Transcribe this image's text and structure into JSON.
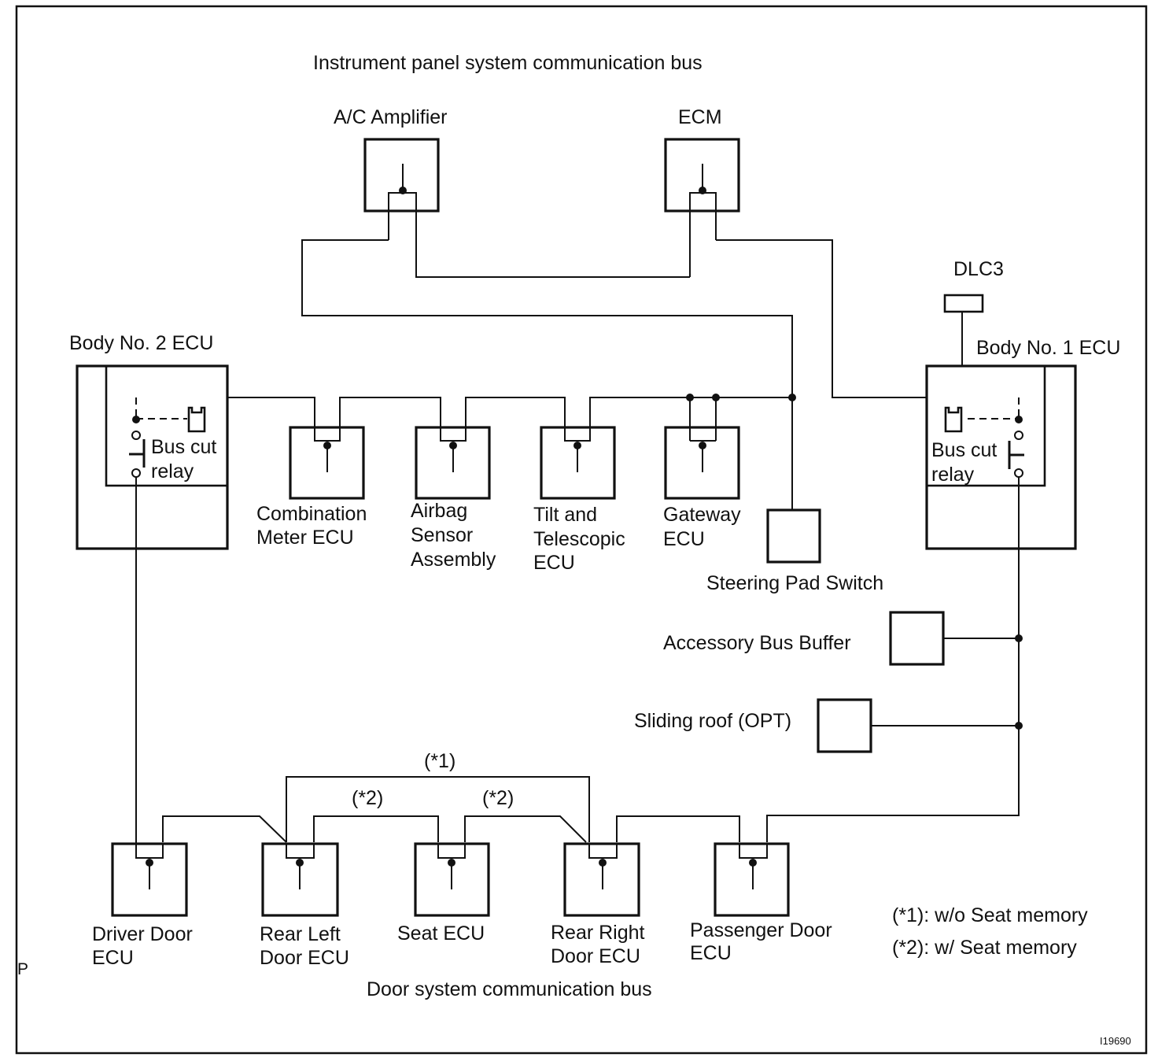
{
  "diagram": {
    "title_top": "Instrument panel system communication bus",
    "title_bottom": "Door system communication bus",
    "figure_id": "I19690",
    "corner_mark": "P",
    "nodes": {
      "ac_amplifier": "A/C Amplifier",
      "ecm": "ECM",
      "dlc3": "DLC3",
      "body2": "Body No. 2 ECU",
      "body1": "Body No. 1 ECU",
      "relay_line1": "Bus cut",
      "relay_line2": "relay",
      "combination_meter": [
        "Combination",
        "Meter ECU"
      ],
      "airbag": [
        "Airbag",
        "Sensor",
        "Assembly"
      ],
      "tilt": [
        "Tilt and",
        "Telescopic",
        "ECU"
      ],
      "gateway": [
        "Gateway",
        "ECU"
      ],
      "steering_pad": "Steering Pad Switch",
      "accessory_bus": "Accessory Bus Buffer",
      "sliding_roof": "Sliding roof (OPT)",
      "driver_door": [
        "Driver Door",
        "ECU"
      ],
      "rear_left": [
        "Rear Left",
        "Door ECU"
      ],
      "seat": "Seat ECU",
      "rear_right": [
        "Rear Right",
        "Door ECU"
      ],
      "passenger_door": [
        "Passenger Door",
        "ECU"
      ]
    },
    "route_labels": {
      "opt1": "(*1)",
      "opt2": "(*2)"
    },
    "legend": [
      "(*1): w/o Seat memory",
      "(*2): w/ Seat memory"
    ]
  }
}
